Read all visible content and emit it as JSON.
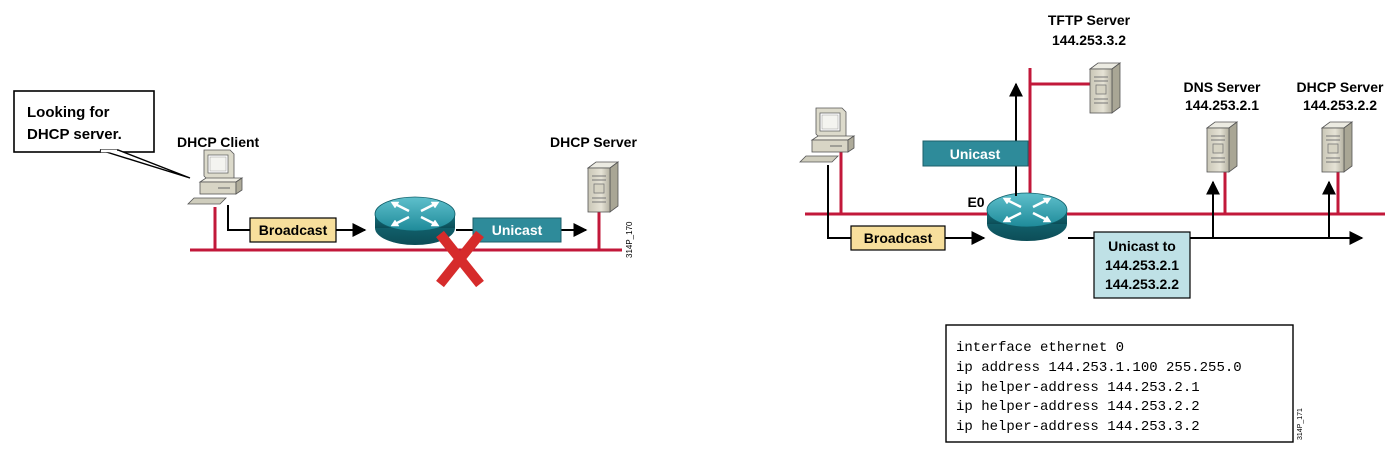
{
  "left": {
    "callout": [
      "Looking for",
      "DHCP server."
    ],
    "client_label": "DHCP Client",
    "server_label": "DHCP Server",
    "broadcast_label": "Broadcast",
    "unicast_label": "Unicast",
    "figure_id": "314P_170"
  },
  "right": {
    "tftp_label": [
      "TFTP Server",
      "144.253.3.2"
    ],
    "dns_label": [
      "DNS Server",
      "144.253.2.1"
    ],
    "dhcp_label": [
      "DHCP Server",
      "144.253.2.2"
    ],
    "unicast_label": "Unicast",
    "broadcast_label": "Broadcast",
    "interface_label": "E0",
    "unicast_to": [
      "Unicast to",
      "144.253.2.1",
      "144.253.2.2"
    ],
    "config_lines": [
      "interface ethernet 0",
      "ip address 144.253.1.100  255.255.0",
      "ip helper-address 144.253.2.1",
      "ip helper-address 144.253.2.2",
      "ip helper-address 144.253.3.2"
    ],
    "figure_id": "314P_171"
  },
  "colors": {
    "segment": "#c2183a",
    "broadcast_fill": "#f7df9c",
    "unicast_fill": "#2e8b9a",
    "unicast_to_fill": "#bfe1e6",
    "router": "#1e8a99",
    "blocked_x": "#d62b2b"
  },
  "icons": [
    "router-icon",
    "workstation-icon",
    "server-icon",
    "blocked-x-icon"
  ]
}
